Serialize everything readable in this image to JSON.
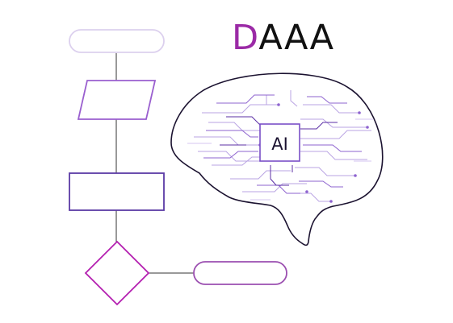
{
  "logo": {
    "first_letter": "D",
    "rest": "AAA",
    "first_letter_color": "#9b2aa6",
    "rest_color": "#111111"
  },
  "flowchart": {
    "nodes": [
      {
        "id": "start",
        "shape": "terminal",
        "label": "",
        "color": "#dcd0ee"
      },
      {
        "id": "input",
        "shape": "parallelogram",
        "label": "",
        "color": "#9a5fcf"
      },
      {
        "id": "process",
        "shape": "rectangle",
        "label": "",
        "color": "#5b3aa6"
      },
      {
        "id": "decision",
        "shape": "diamond",
        "label": "",
        "color": "#b41fb0"
      },
      {
        "id": "end",
        "shape": "terminal",
        "label": "",
        "color": "#9b4fb0"
      }
    ],
    "connector_color": "#333333"
  },
  "brain": {
    "chip_label": "AI",
    "outline_color": "#1b1230",
    "circuit_colors": [
      "#b9a3e3",
      "#8e63cf",
      "#5b2fa6",
      "#d6c6f0"
    ]
  }
}
